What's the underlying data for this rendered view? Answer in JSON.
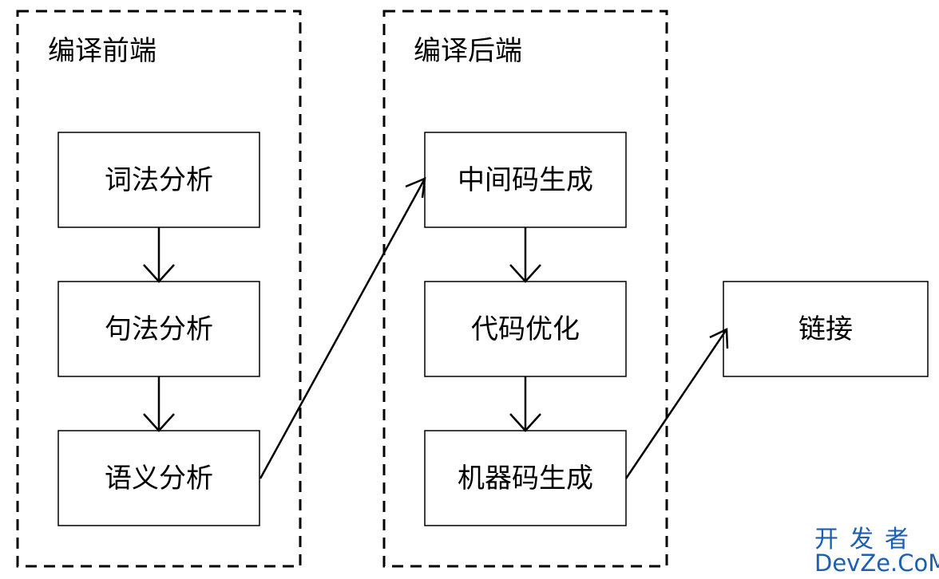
{
  "groups": {
    "frontend": {
      "title": "编译前端"
    },
    "backend": {
      "title": "编译后端"
    }
  },
  "nodes": {
    "lexical": {
      "label": "词法分析"
    },
    "syntax": {
      "label": "句法分析"
    },
    "semantic": {
      "label": "语义分析"
    },
    "ir_gen": {
      "label": "中间码生成"
    },
    "optimize": {
      "label": "代码优化"
    },
    "machine_gen": {
      "label": "机器码生成"
    },
    "link": {
      "label": "链接"
    }
  },
  "edges": [
    {
      "from": "词法分析",
      "to": "句法分析"
    },
    {
      "from": "句法分析",
      "to": "语义分析"
    },
    {
      "from": "语义分析",
      "to": "中间码生成"
    },
    {
      "from": "中间码生成",
      "to": "代码优化"
    },
    {
      "from": "代码优化",
      "to": "机器码生成"
    },
    {
      "from": "机器码生成",
      "to": "链接"
    }
  ],
  "watermark": {
    "logo_text": "开发者",
    "logo_domain": "DevZe.CoM"
  },
  "colors": {
    "stroke": "#000000",
    "background": "#ffffff",
    "watermark": "#1a5fb4"
  }
}
